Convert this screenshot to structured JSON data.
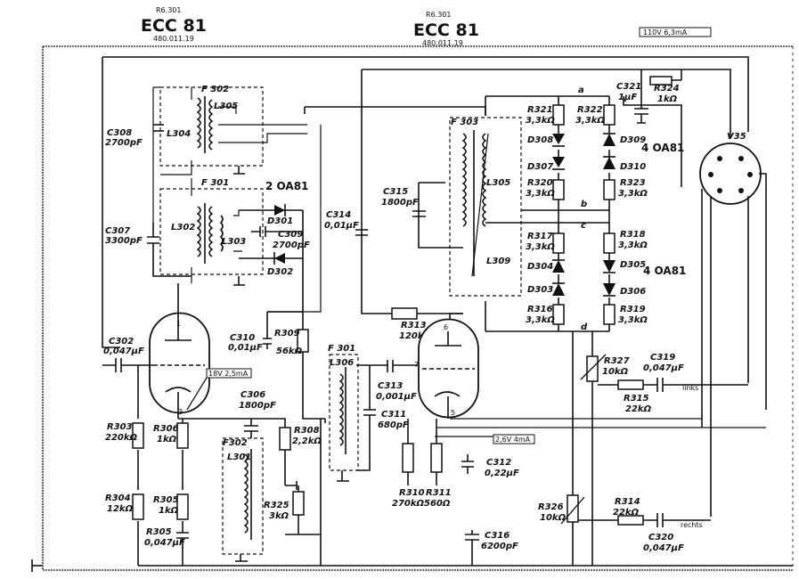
{
  "tubes": [
    {
      "ref": "R6.301",
      "type": "ECC 81",
      "code": "480.011.19"
    },
    {
      "ref": "R6.301",
      "type": "ECC 81",
      "code": "480.011.19"
    }
  ],
  "supply_label": "110V 6,3mA",
  "heater_labels": [
    "18V 2,5mA",
    "2,6V 4mA"
  ],
  "socket": "V35",
  "diode_groups": [
    "2 OA81",
    "4 OA81",
    "4 OA81"
  ],
  "nodes": [
    "a",
    "b",
    "c",
    "d"
  ],
  "outputs": [
    "links",
    "rechts"
  ],
  "components": {
    "C308": [
      "C308",
      "2700pF"
    ],
    "C307": [
      "C307",
      "3300pF"
    ],
    "C302": [
      "C302",
      "0,047µF"
    ],
    "F302": "F 302",
    "F301": "F 301",
    "F303": "F 303",
    "F301b": "F 301",
    "F302b": "F302",
    "L305": "L305",
    "L304": "L304",
    "L302": "L302",
    "L303": "L303",
    "L305b": "L305",
    "L309": "L309",
    "L306": "L306",
    "L301": "L301",
    "D301": "D301",
    "D302": "D302",
    "D303": "D303",
    "D304": "D304",
    "D305": "D305",
    "D306": "D306",
    "D307": "D307",
    "D308": "D308",
    "D309": "D309",
    "D310": "D310",
    "C309": [
      "C309",
      "2700pF"
    ],
    "C310": [
      "C310",
      "0,01µF"
    ],
    "R309": [
      "R309",
      "56kΩ"
    ],
    "C314": [
      "C314",
      "0,01µF"
    ],
    "C315": [
      "C315",
      "1800pF"
    ],
    "R313": [
      "R313",
      "120kΩ"
    ],
    "R321": [
      "R321",
      "3,3kΩ"
    ],
    "R322": [
      "R322",
      "3,3kΩ"
    ],
    "R320": [
      "R320",
      "3,3kΩ"
    ],
    "R323": [
      "R323",
      "3,3kΩ"
    ],
    "R317": [
      "R317",
      "3,3kΩ"
    ],
    "R318": [
      "R318",
      "3,3kΩ"
    ],
    "R316": [
      "R316",
      "3,3kΩ"
    ],
    "R319": [
      "R319",
      "3,3kΩ"
    ],
    "C321": [
      "C321",
      "1µF"
    ],
    "R324": [
      "R324",
      "1kΩ"
    ],
    "C313": [
      "C313",
      "0,001µF"
    ],
    "C311": [
      "C311",
      "680pF"
    ],
    "R303": [
      "R303",
      "220kΩ"
    ],
    "R306": [
      "R306",
      "1kΩ"
    ],
    "R304": [
      "R304",
      "12kΩ"
    ],
    "R305": [
      "R305",
      "1kΩ"
    ],
    "C305": [
      "R305",
      "0,047µF"
    ],
    "C306": [
      "C306",
      "1800pF"
    ],
    "R308": [
      "R308",
      "2,2kΩ"
    ],
    "R325": [
      "R325",
      "3kΩ"
    ],
    "R310": [
      "R310",
      "270kΩ"
    ],
    "R311": [
      "R311",
      "560Ω"
    ],
    "C312": [
      "C312",
      "0,22µF"
    ],
    "C316": [
      "C316",
      "6200pF"
    ],
    "R327": [
      "R327",
      "10kΩ"
    ],
    "C319": [
      "C319",
      "0,047µF"
    ],
    "R315": [
      "R315",
      "22kΩ"
    ],
    "R326": [
      "R326",
      "10kΩ"
    ],
    "R314": [
      "R314",
      "22kΩ"
    ],
    "C320": [
      "C320",
      "0,047µF"
    ]
  }
}
